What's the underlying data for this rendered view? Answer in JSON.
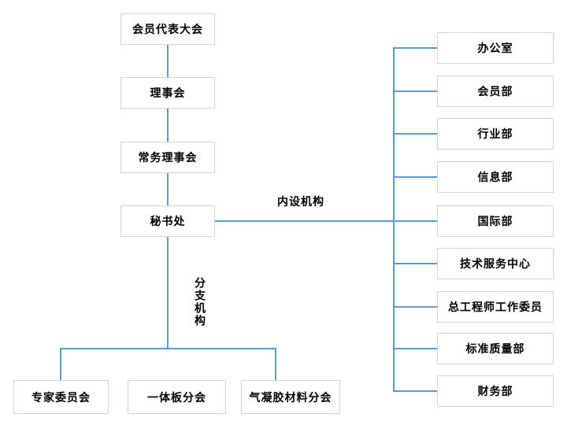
{
  "diagram": {
    "type": "org-chart",
    "background_color": "#ffffff",
    "colors": {
      "connector": "#5b9bd5",
      "box_border": "#d4d4d4",
      "box_fill": "#ffffff",
      "text": "#000000"
    },
    "governance_chain": [
      {
        "label": "会员代表大会"
      },
      {
        "label": "理事会"
      },
      {
        "label": "常务理事会"
      },
      {
        "label": "秘书处"
      }
    ],
    "group_labels": {
      "internal": "内设机构",
      "branch": "分支机构"
    },
    "internal_departments": [
      {
        "label": "办公室"
      },
      {
        "label": "会员部"
      },
      {
        "label": "行业部"
      },
      {
        "label": "信息部"
      },
      {
        "label": "国际部"
      },
      {
        "label": "技术服务中心"
      },
      {
        "label": "总工程师工作委员"
      },
      {
        "label": "标准质量部"
      },
      {
        "label": "财务部"
      }
    ],
    "branches": [
      {
        "label": "专家委员会"
      },
      {
        "label": "一体板分会"
      },
      {
        "label": "气凝胶材料分会"
      }
    ]
  }
}
